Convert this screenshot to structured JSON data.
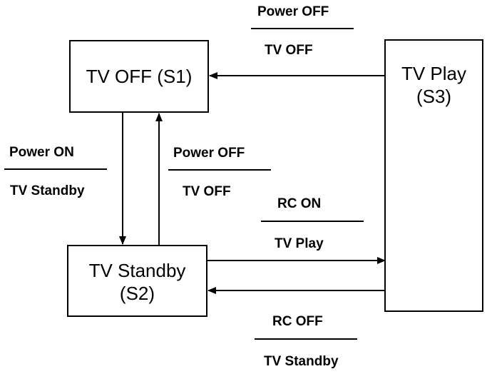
{
  "states": {
    "s1": {
      "line1": "TV OFF (S1)"
    },
    "s2": {
      "line1": "TV Standby",
      "line2": "(S2)"
    },
    "s3": {
      "line1": "TV Play",
      "line2": "(S3)"
    }
  },
  "transitions": {
    "s3_to_s1": {
      "event": "Power OFF",
      "action": "TV OFF"
    },
    "s1_to_s2": {
      "event": "Power ON",
      "action": "TV Standby"
    },
    "s2_to_s1": {
      "event": "Power OFF",
      "action": "TV OFF"
    },
    "s2_to_s3": {
      "event": "RC ON",
      "action": "TV Play"
    },
    "s3_to_s2": {
      "event": "RC OFF",
      "action": "TV Standby"
    }
  },
  "colors": {
    "stroke": "#000000",
    "background": "#ffffff"
  }
}
